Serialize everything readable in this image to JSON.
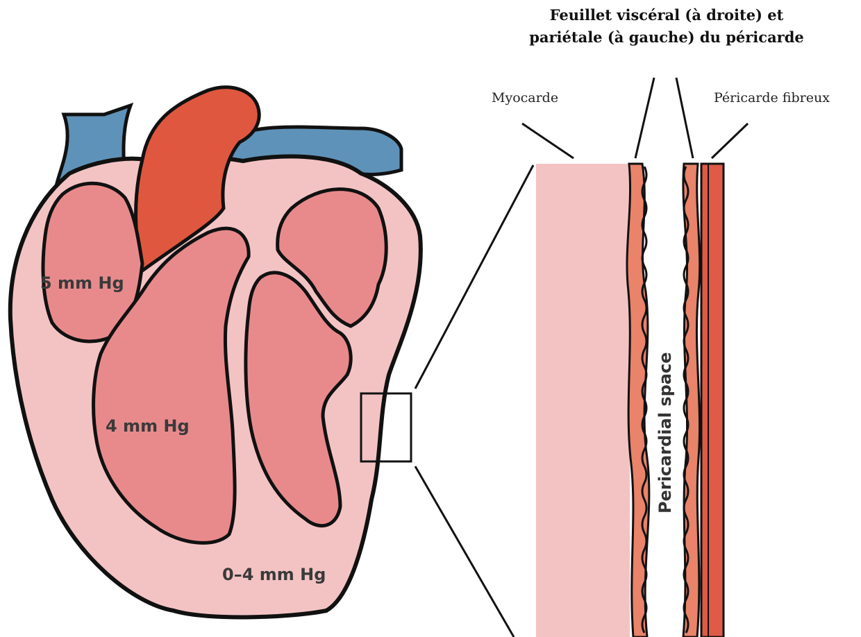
{
  "title": {
    "line1": "Feuillet viscéral (à droite) et",
    "line2": "pariétale (à gauche) du péricarde"
  },
  "labels": {
    "myocarde": "Myocarde",
    "pericarde_fibreux": "Péricarde fibreux",
    "pericardial_space": "Pericardial space"
  },
  "pressures": {
    "right_atrium": "5 mm Hg",
    "right_ventricle": "4 mm Hg",
    "pericardial": "0–4 mm Hg"
  },
  "colors": {
    "vein_blue": "#5f92b8",
    "artery_red": "#e0573f",
    "chamber_pink": "#e88a8c",
    "tissue_pink": "#f3c3c3",
    "membrane_orange": "#e9836a",
    "fibrous_red": "#e05a48"
  }
}
